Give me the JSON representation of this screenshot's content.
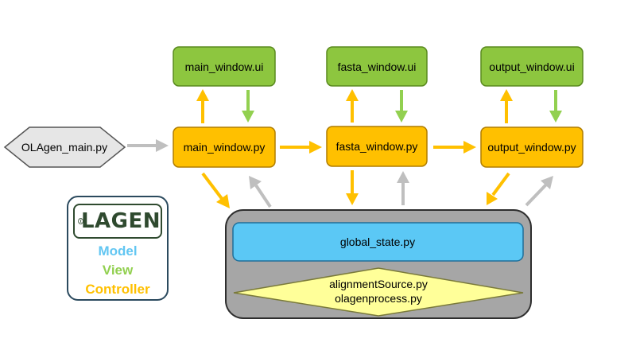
{
  "colors": {
    "view": "#8dc63f",
    "view_border": "#5a8a1f",
    "controller": "#ffc000",
    "controller_border": "#b07d00",
    "model": "#5bc8f5",
    "model_border": "#1f6f9a",
    "panel": "#a6a6a6",
    "panel_border": "#2e2e2e",
    "diamond": "#ffff99",
    "entry": "#e6e6e6",
    "arrow_grey": "#bfbfbf",
    "legend_model": "#62c6f2",
    "legend_view": "#92d050",
    "legend_controller": "#ffc000"
  },
  "nodes": {
    "entry": "OLAgen_main.py",
    "main_ui": "main_window.ui",
    "fasta_ui": "fasta_window.ui",
    "output_ui": "output_window.ui",
    "main_py": "main_window.py",
    "fasta_py": "fasta_window.py",
    "output_py": "output_window.py",
    "global_state": "global_state.py",
    "process_line1": "alignmentSource.py",
    "process_line2": "olagenprocess.py"
  },
  "legend": {
    "logo_text": "LAGEN",
    "logo_icon": "dna-emblem-icon",
    "model": "Model",
    "view": "View",
    "controller": "Controller"
  }
}
